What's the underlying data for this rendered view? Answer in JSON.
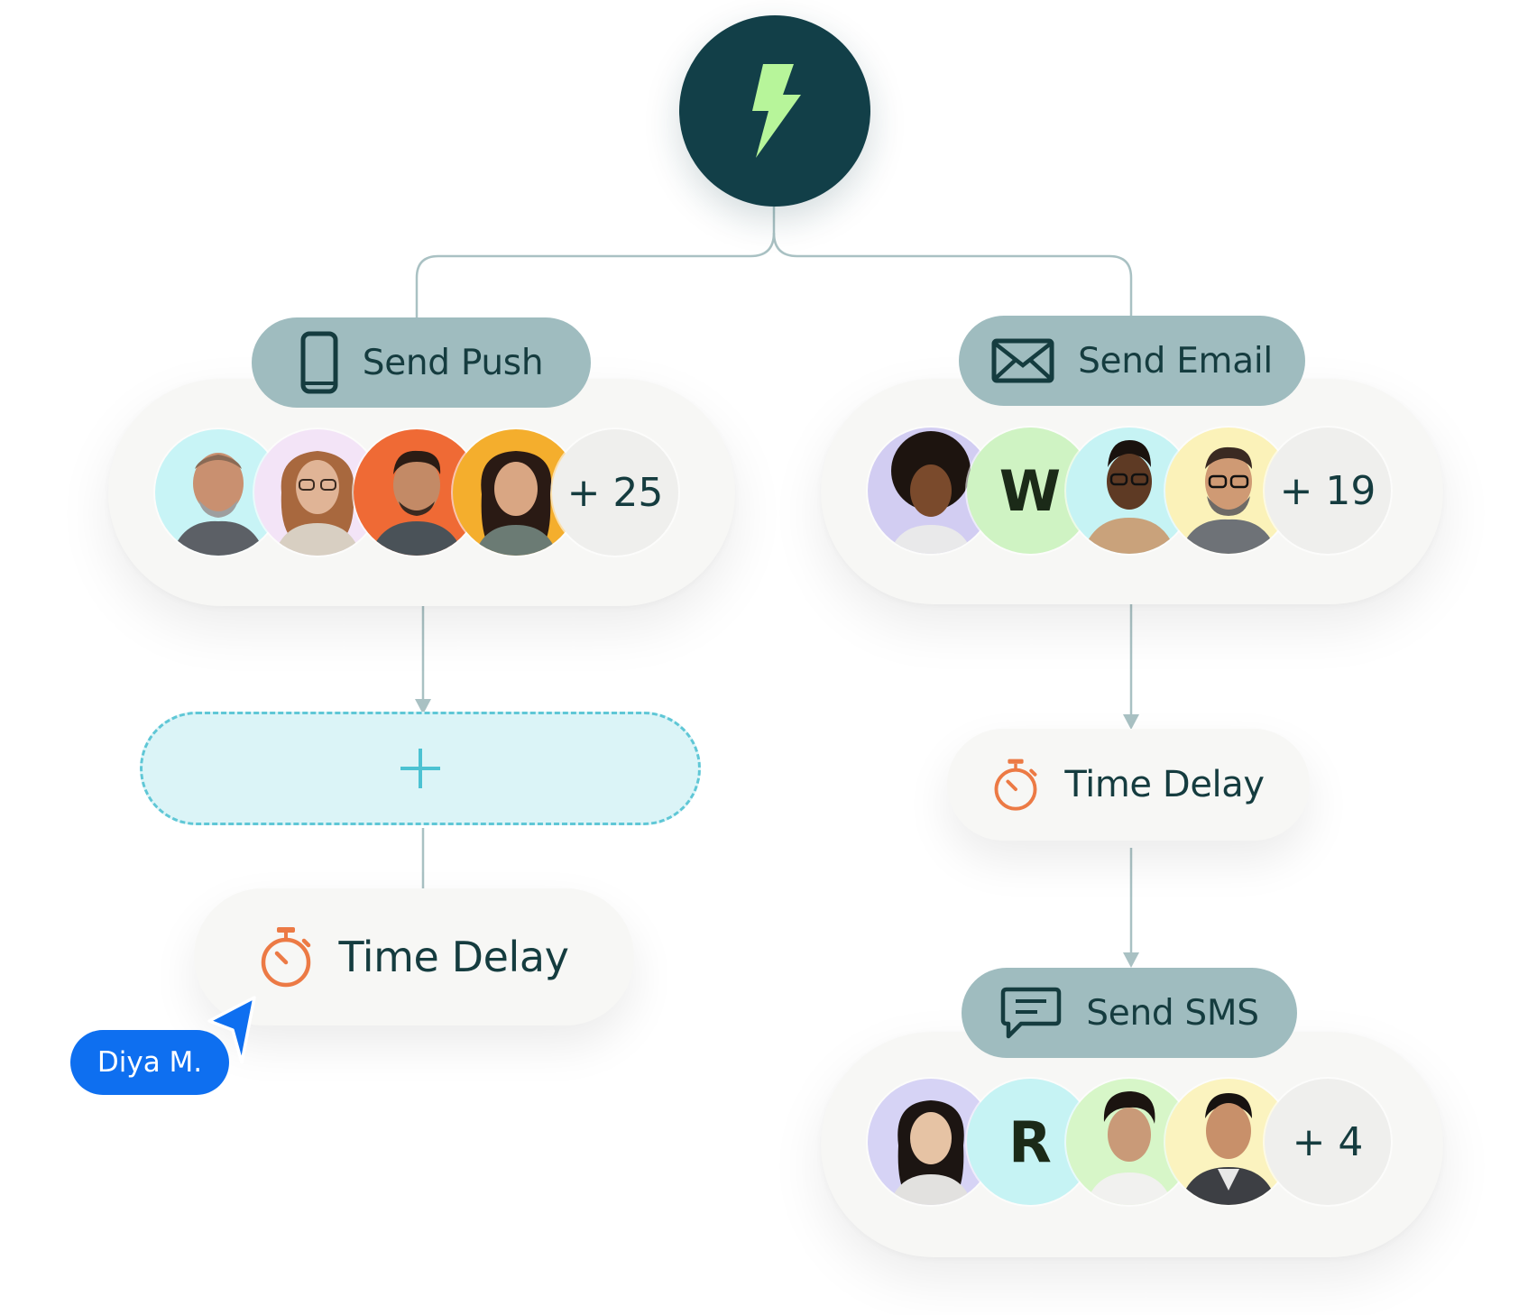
{
  "trigger": {
    "icon": "lightning-bolt-icon",
    "color": "#123f48",
    "accent": "#b7f59a"
  },
  "branches": [
    {
      "action": {
        "label": "Send Push",
        "icon": "mobile-phone-icon"
      },
      "audience": {
        "avatars": [
          {
            "kind": "photo",
            "bg": "#c8f4f6"
          },
          {
            "kind": "photo",
            "bg": "#f3e4f7"
          },
          {
            "kind": "photo",
            "bg": "#ef6a35"
          },
          {
            "kind": "photo",
            "bg": "#f4ae2d"
          }
        ],
        "more": "+ 25"
      },
      "dropzone": {
        "icon": "plus-icon"
      },
      "delay": {
        "label": "Time Delay",
        "icon": "stopwatch-icon"
      }
    },
    {
      "action": {
        "label": "Send Email",
        "icon": "envelope-icon"
      },
      "audience": {
        "avatars": [
          {
            "kind": "photo",
            "bg": "#d2cdf2"
          },
          {
            "kind": "letter",
            "letter": "W",
            "bg": "#cff3c3"
          },
          {
            "kind": "photo",
            "bg": "#c6f3f4"
          },
          {
            "kind": "photo",
            "bg": "#fbf2b9"
          }
        ],
        "more": "+ 19"
      },
      "delay": {
        "label": "Time Delay",
        "icon": "stopwatch-icon"
      },
      "next_action": {
        "label": "Send SMS",
        "icon": "chat-bubble-icon"
      },
      "next_audience": {
        "avatars": [
          {
            "kind": "photo",
            "bg": "#d6d3f5"
          },
          {
            "kind": "letter",
            "letter": "R",
            "bg": "#c6f3f4"
          },
          {
            "kind": "photo",
            "bg": "#d7f6c8"
          },
          {
            "kind": "photo",
            "bg": "#fbf3bf"
          }
        ],
        "more": "+ 4"
      }
    }
  ],
  "cursor": {
    "user": "Diya M.",
    "color": "#0e6ff0"
  }
}
